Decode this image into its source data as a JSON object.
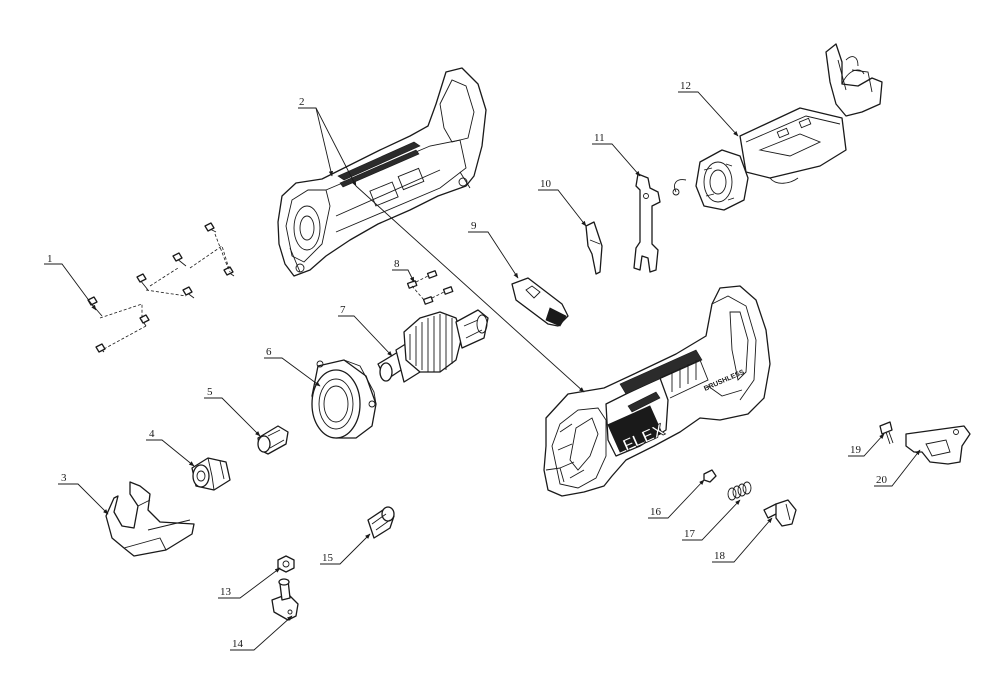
{
  "labels": [
    "1",
    "2",
    "3",
    "4",
    "5",
    "6",
    "7",
    "8",
    "9",
    "10",
    "11",
    "12",
    "13",
    "14",
    "15",
    "16",
    "17",
    "18",
    "19",
    "20"
  ],
  "housing_logo": "FLEX",
  "housing_brand": "BRUSHLESS",
  "colors": {
    "line": "#1a1a1a",
    "background": "#ffffff"
  }
}
